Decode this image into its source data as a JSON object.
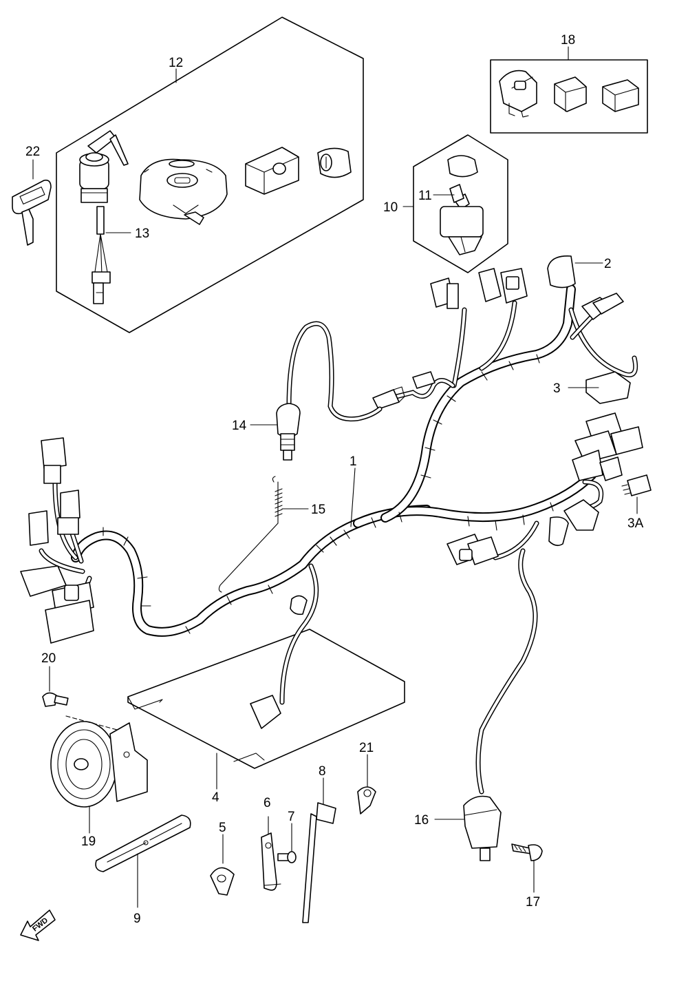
{
  "labels": {
    "n1": "1",
    "n2": "2",
    "n3": "3",
    "n3a": "3A",
    "n4": "4",
    "n5": "5",
    "n6": "6",
    "n7": "7",
    "n8": "8",
    "n9": "9",
    "n10": "10",
    "n11": "11",
    "n12": "12",
    "n13": "13",
    "n14": "14",
    "n15": "15",
    "n16": "16",
    "n17": "17",
    "n18": "18",
    "n19": "19",
    "n20": "20",
    "n21": "21",
    "n22": "22"
  },
  "fwd_label": "FWD"
}
